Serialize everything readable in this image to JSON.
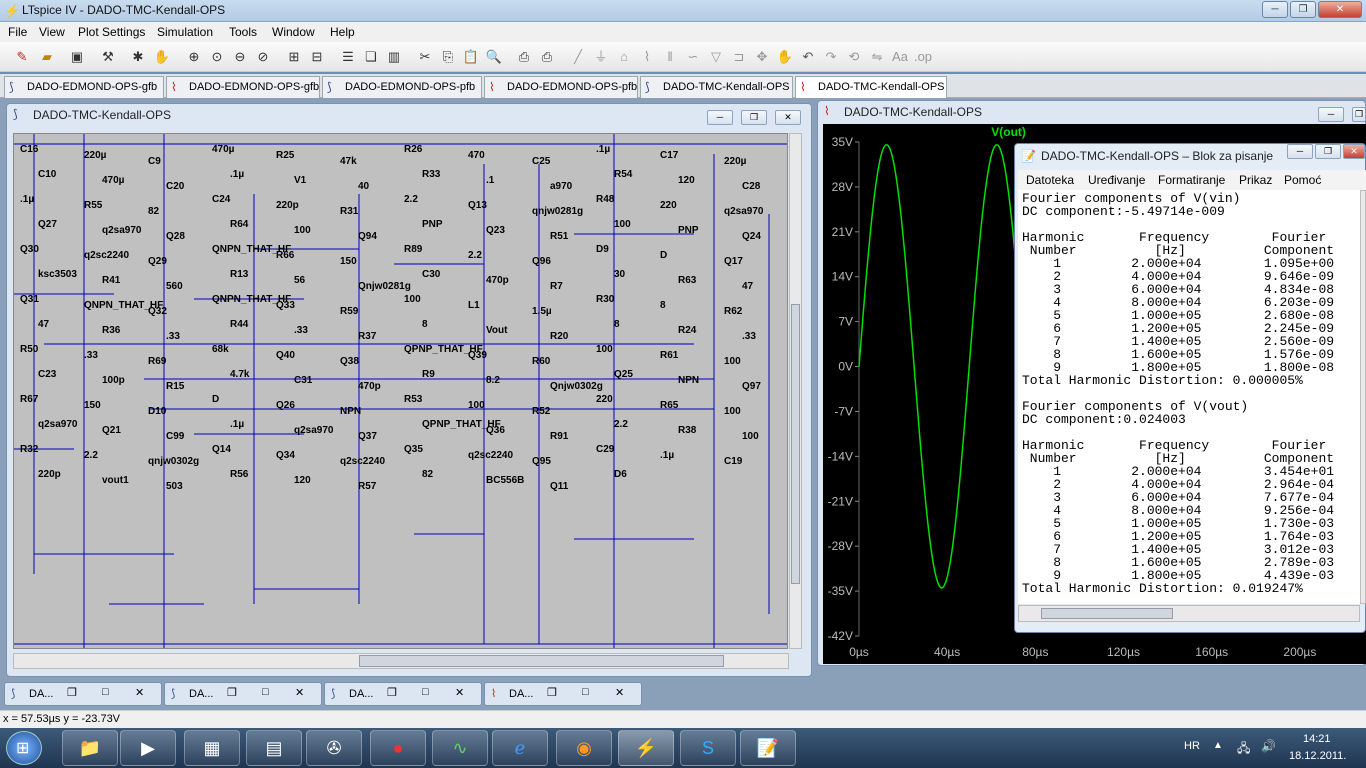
{
  "app": {
    "title": "LTspice IV - DADO-TMC-Kendall-OPS"
  },
  "menu": [
    "File",
    "View",
    "Plot Settings",
    "Simulation",
    "Tools",
    "Window",
    "Help"
  ],
  "tabs": [
    {
      "label": "DADO-EDMOND-OPS-gfb",
      "kind": "schematic"
    },
    {
      "label": "DADO-EDMOND-OPS-gfb",
      "kind": "plot"
    },
    {
      "label": "DADO-EDMOND-OPS-pfb",
      "kind": "schematic"
    },
    {
      "label": "DADO-EDMOND-OPS-pfb",
      "kind": "plot"
    },
    {
      "label": "DADO-TMC-Kendall-OPS",
      "kind": "schematic"
    },
    {
      "label": "DADO-TMC-Kendall-OPS",
      "kind": "plot",
      "active": true
    }
  ],
  "schematic_window": {
    "title": "DADO-TMC-Kendall-OPS",
    "labels": [
      "C16",
      "220µ",
      "C9",
      "470µ",
      "R25",
      "47k",
      "R26",
      "470",
      "C25",
      ".1µ",
      "C17",
      "220µ",
      "C10",
      "470µ",
      "C20",
      ".1µ",
      "V1",
      "40",
      "R33",
      ".1",
      "a970",
      "R54",
      "120",
      "C28",
      ".1µ",
      "R55",
      "82",
      "C24",
      "220p",
      "R31",
      "2.2",
      "Q13",
      "qnjw0281g",
      "R48",
      "220",
      "q2sa970",
      "Q27",
      "q2sa970",
      "Q28",
      "R64",
      "100",
      "Q94",
      "PNP",
      "Q23",
      "R51",
      "100",
      "PNP",
      "Q24",
      "Q30",
      "q2sc2240",
      "Q29",
      "QNPN_THAT_HF",
      "R66",
      "150",
      "R89",
      "2.2",
      "Q96",
      "D9",
      "D",
      "Q17",
      "ksc3503",
      "R41",
      "560",
      "R13",
      "56",
      "Qnjw0281g",
      "C30",
      "470p",
      "R7",
      "30",
      "R63",
      "47",
      "Q31",
      "QNPN_THAT_HF",
      "Q32",
      "QNPN_THAT_HF",
      "Q33",
      "R59",
      "100",
      "L1",
      "1.5µ",
      "R30",
      "8",
      "R62",
      "47",
      "R36",
      ".33",
      "R44",
      ".33",
      "R37",
      "8",
      "Vout",
      "R20",
      "8",
      "R24",
      ".33",
      "R50",
      ".33",
      "R69",
      "68k",
      "Q40",
      "Q38",
      "QPNP_THAT_HF",
      "Q39",
      "R60",
      "100",
      "R61",
      "100",
      "C23",
      "100p",
      "R15",
      "4.7k",
      "C31",
      "470p",
      "R9",
      "8.2",
      "Qnjw0302g",
      "Q25",
      "NPN",
      "Q97",
      "R67",
      "150",
      "D10",
      "D",
      "Q26",
      "NPN",
      "R53",
      "100",
      "R52",
      "220",
      "R65",
      "100",
      "q2sa970",
      "Q21",
      "C99",
      ".1µ",
      "q2sa970",
      "Q37",
      "QPNP_THAT_HF",
      "Q36",
      "R91",
      "2.2",
      "R38",
      "100",
      "R32",
      "2.2",
      "qnjw0302g",
      "Q14",
      "Q34",
      "q2sc2240",
      "Q35",
      "q2sc2240",
      "Q95",
      "C29",
      ".1µ",
      "C19",
      "220p",
      "vout1",
      "503",
      "R56",
      "120",
      "R57",
      "82",
      "BC556B",
      "Q11",
      "D6"
    ]
  },
  "plot_window": {
    "title": "DADO-TMC-Kendall-OPS",
    "trace_label": "V(out)",
    "y_ticks": [
      "35V",
      "28V",
      "21V",
      "14V",
      "7V",
      "0V",
      "-7V",
      "-14V",
      "-21V",
      "-28V",
      "-35V",
      "-42V"
    ],
    "x_ticks": [
      "0µs",
      "40µs",
      "80µs",
      "120µs",
      "160µs",
      "200µs"
    ]
  },
  "chart_data": {
    "type": "line",
    "series": [
      {
        "name": "V(out)",
        "color": "#00e000",
        "waveform": "sine",
        "amplitude": 34.54,
        "dc_offset": 0.024,
        "frequency_hz": 20000
      }
    ],
    "xlim": [
      0,
      230
    ],
    "ylim": [
      -42,
      35
    ],
    "xunit": "µs",
    "yunit": "V",
    "grid": false
  },
  "notepad": {
    "title": "DADO-TMC-Kendall-OPS – Blok za pisanje",
    "menu": [
      "Datoteka",
      "Uređivanje",
      "Formatiranje",
      "Prikaz",
      "Pomoć"
    ],
    "lines": [
      "Fourier components of V(vin)",
      "DC component:-5.49714e-009",
      "",
      "Harmonic       Frequency        Fourier",
      " Number          [Hz]          Component",
      "    1         2.000e+04        1.095e+00",
      "    2         4.000e+04        9.646e-09",
      "    3         6.000e+04        4.834e-08",
      "    4         8.000e+04        6.203e-09",
      "    5         1.000e+05        2.680e-08",
      "    6         1.200e+05        2.245e-09",
      "    7         1.400e+05        2.560e-09",
      "    8         1.600e+05        1.576e-09",
      "    9         1.800e+05        1.800e-08",
      "Total Harmonic Distortion: 0.000005%",
      "",
      "Fourier components of V(vout)",
      "DC component:0.024003",
      "",
      "Harmonic       Frequency        Fourier",
      " Number          [Hz]          Component",
      "    1         2.000e+04        3.454e+01",
      "    2         4.000e+04        2.964e-04",
      "    3         6.000e+04        7.677e-04",
      "    4         8.000e+04        9.256e-04",
      "    5         1.000e+05        1.730e-03",
      "    6         1.200e+05        1.764e-03",
      "    7         1.400e+05        3.012e-03",
      "    8         1.600e+05        2.789e-03",
      "    9         1.800e+05        4.439e-03",
      "Total Harmonic Distortion: 0.019247%"
    ]
  },
  "minimized": [
    "DA...",
    "DA...",
    "DA...",
    "DA..."
  ],
  "status": {
    "text": "x = 57.53µs   y = -23.73V"
  },
  "tray": {
    "lang": "HR",
    "time": "14:21",
    "date": "18.12.2011."
  },
  "colors": {
    "trace": "#00e000",
    "wire": "#0000c0",
    "schematic_bg": "#c0c0c0"
  }
}
